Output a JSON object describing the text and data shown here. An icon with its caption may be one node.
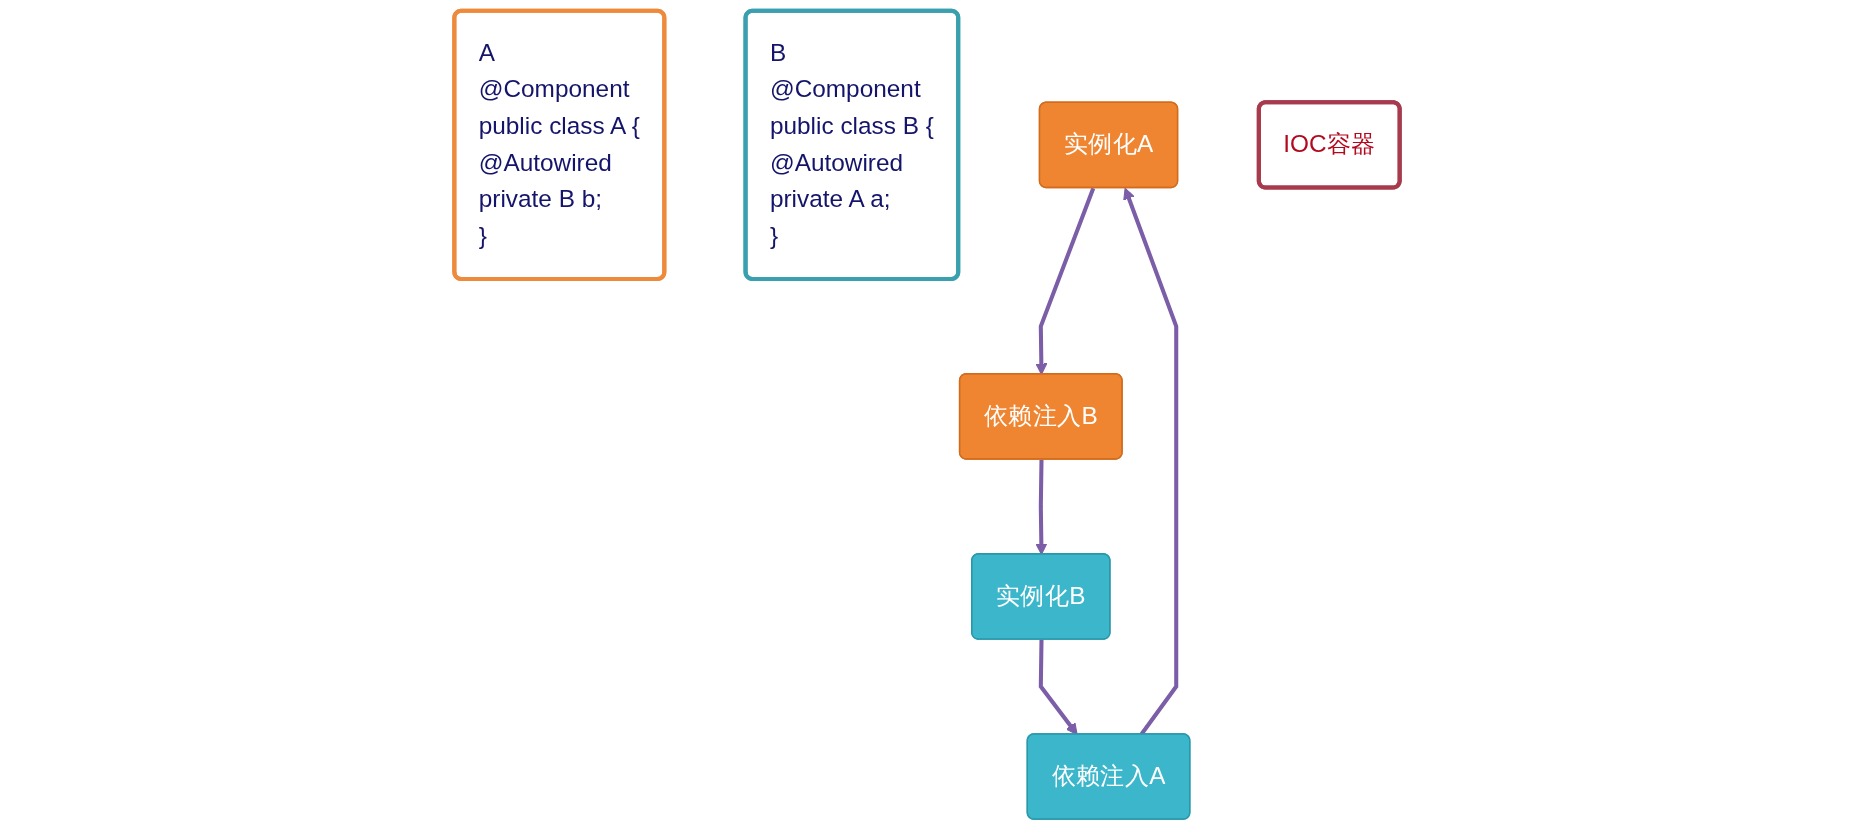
{
  "diagram": {
    "nodes": [
      {
        "text": [
          "A",
          "@Component",
          "public class A {",
          "@Autowired",
          "private B b;",
          "}"
        ]
      },
      {
        "text": [
          "B",
          "@Component",
          "public class B {",
          "@Autowired",
          "private A a;",
          "}"
        ]
      },
      {
        "text": [
          "实例化A"
        ]
      },
      {
        "text": [
          "依赖注入A"
        ]
      },
      {
        "text": [
          "IOC容器"
        ]
      },
      {
        "text": [
          "依赖注入B"
        ]
      },
      {
        "text": [
          "实例化B"
        ]
      }
    ],
    "edges": [
      {
        "from": 3,
        "to": 2,
        "arrow": "to"
      },
      {
        "from": 2,
        "to": 5,
        "arrow": "to"
      },
      {
        "from": 5,
        "to": 6,
        "arrow": "to"
      },
      {
        "from": 6,
        "to": 3,
        "arrow": "to"
      }
    ]
  }
}
